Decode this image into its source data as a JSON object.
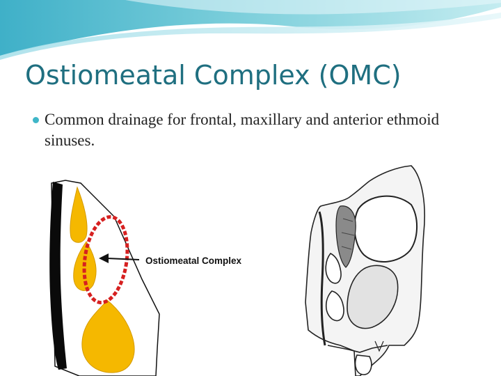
{
  "slide": {
    "title": "Ostiomeatal Complex (OMC)",
    "bullets": [
      "Common drainage for frontal, maxillary and anterior ethmoid sinuses."
    ],
    "figure_left": {
      "label": "Ostiomeatal Complex"
    },
    "colors": {
      "title": "#1f6f80",
      "bullet_marker": "#3fb6c8",
      "sinus_fill": "#f5b800",
      "omc_outline": "#d62020"
    }
  }
}
